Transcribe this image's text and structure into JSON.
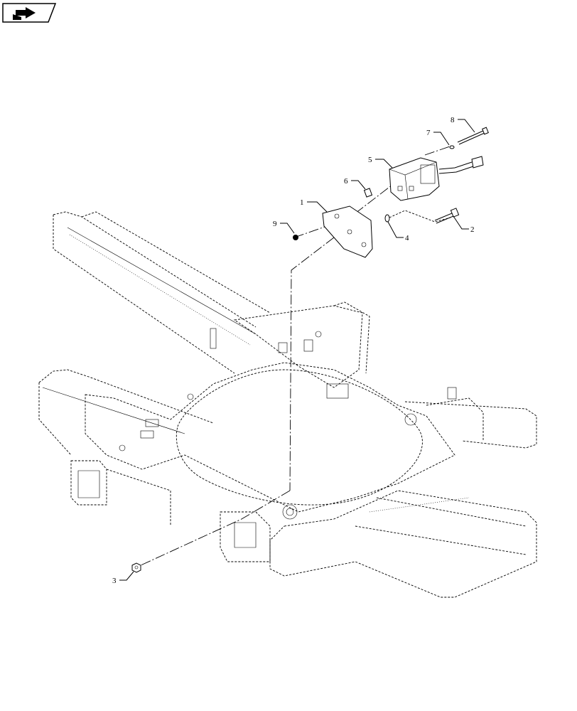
{
  "nav_icon": {
    "name": "next-page-arrow-icon",
    "color": "#000000"
  },
  "callouts": [
    {
      "id": "1",
      "label": "1"
    },
    {
      "id": "2",
      "label": "2"
    },
    {
      "id": "3",
      "label": "3"
    },
    {
      "id": "4",
      "label": "4"
    },
    {
      "id": "5",
      "label": "5"
    },
    {
      "id": "6",
      "label": "6"
    },
    {
      "id": "7",
      "label": "7"
    },
    {
      "id": "8",
      "label": "8"
    },
    {
      "id": "9",
      "label": "9"
    }
  ]
}
